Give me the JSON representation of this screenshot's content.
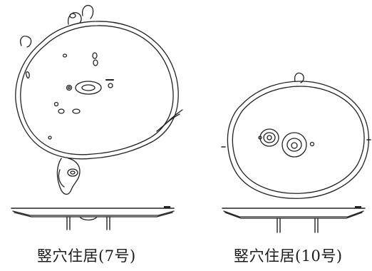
{
  "figures": [
    {
      "id": "pit-7",
      "caption": "竪穴住居(7号)"
    },
    {
      "id": "pit-10",
      "caption": "竪穴住居(10号)"
    }
  ],
  "colors": {
    "line": "#222222",
    "background": "#ffffff"
  }
}
